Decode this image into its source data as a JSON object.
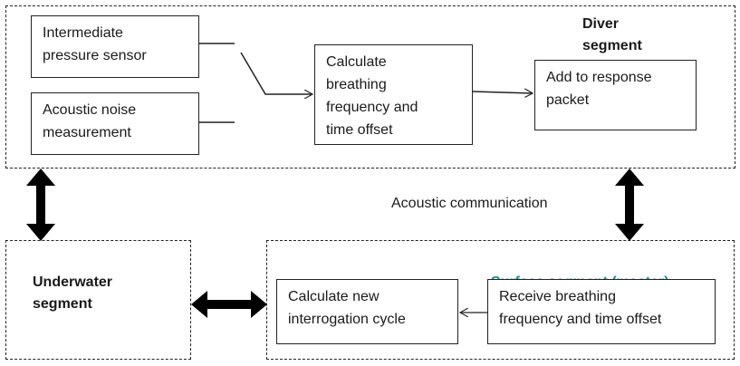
{
  "segments": {
    "diver": {
      "title": "Diver\nsegment"
    },
    "underwater": {
      "title": "Underwater\nsegment"
    },
    "surface": {
      "title_underlined": "Surface ",
      "title_rest": "segment (master)"
    }
  },
  "boxes": {
    "pressure_sensor": "Intermediate\npressure  sensor",
    "noise_measurement": "Acoustic noise\nmeasurement",
    "calc_breathing": "Calculate\nbreathing\nfrequency  and\ntime offset",
    "response_packet": "Add to response\npacket",
    "calc_cycle": "Calculate new\ninterrogation cycle",
    "receive_breathing": "Receive breathing\nfrequency  and time offset"
  },
  "labels": {
    "acoustic_communication": "Acoustic communication"
  },
  "colors": {
    "line": "#222222",
    "surface_title": "#1a8a8a"
  }
}
